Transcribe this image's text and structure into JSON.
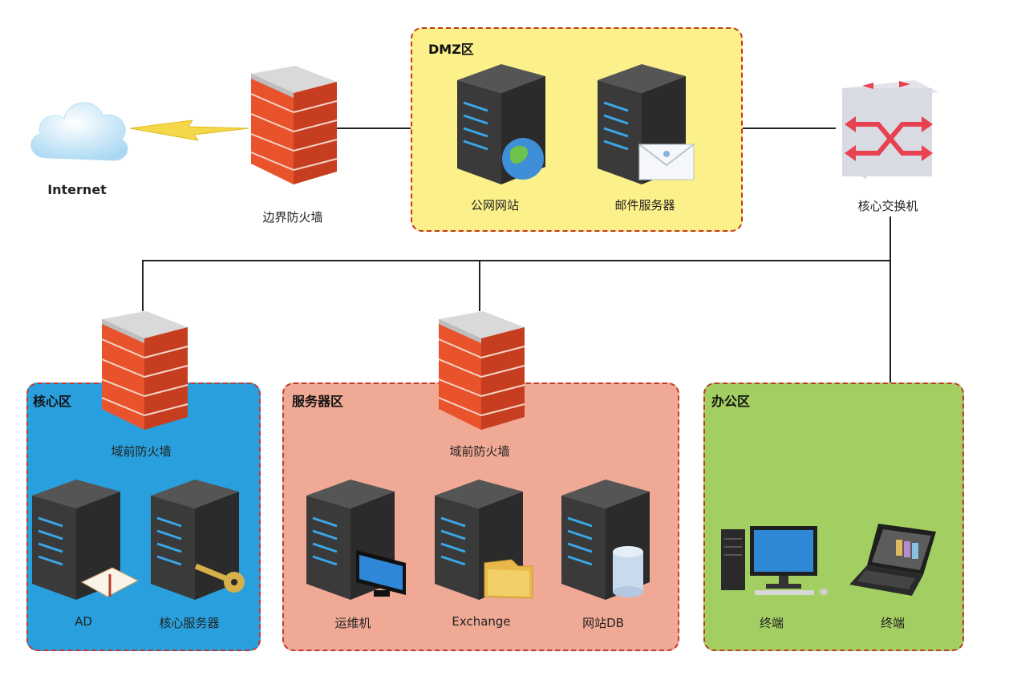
{
  "zones": {
    "dmz": {
      "title": "DMZ区",
      "color": "#fbf08a"
    },
    "core": {
      "title": "核心区",
      "color": "#29a0dd"
    },
    "server": {
      "title": "服务器区",
      "color": "#f0a995"
    },
    "office": {
      "title": "办公区",
      "color": "#a3cf62"
    }
  },
  "nodes": {
    "internet": "Internet",
    "border_firewall": "边界防火墙",
    "public_web": "公网网站",
    "mail_server": "邮件服务器",
    "core_switch": "核心交换机",
    "core_firewall": "域前防火墙",
    "ad": "AD",
    "core_server": "核心服务器",
    "server_firewall": "域前防火墙",
    "ops": "运维机",
    "exchange": "Exchange",
    "web_db": "网站DB",
    "terminal1": "终端",
    "terminal2": "终端"
  }
}
